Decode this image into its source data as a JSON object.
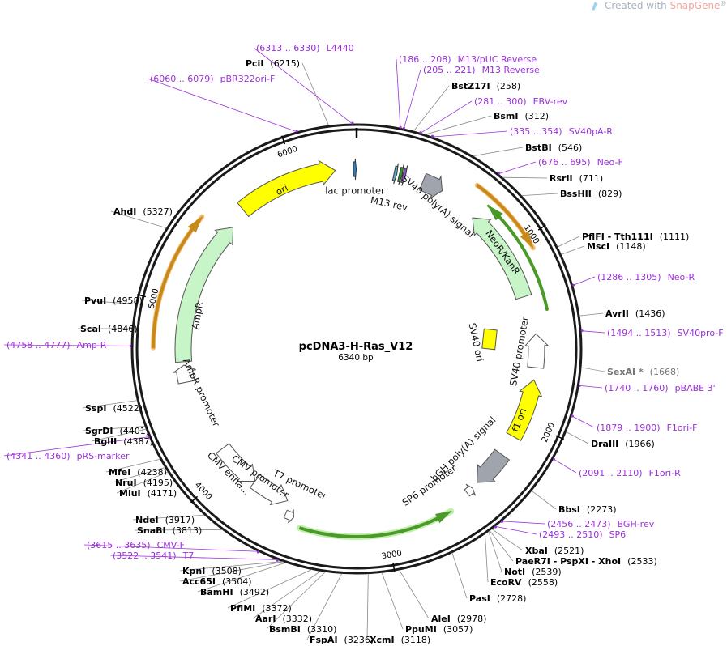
{
  "brand": {
    "text": "Created with ",
    "name": "SnapGene",
    "reg": "®"
  },
  "plasmid": {
    "name": "pcDNA3-H-Ras_V12",
    "size_label": "6340 bp",
    "length": 6340
  },
  "ticks": [
    {
      "pos": 1000,
      "label": "1000"
    },
    {
      "pos": 2000,
      "label": "2000"
    },
    {
      "pos": 3000,
      "label": "3000"
    },
    {
      "pos": 4000,
      "label": "4000"
    },
    {
      "pos": 5000,
      "label": "5000"
    },
    {
      "pos": 6000,
      "label": "6000"
    }
  ],
  "colors": {
    "backbone": "#1a1a1a",
    "primer": "#9b30d9",
    "ori": "#ffff00",
    "ampr": "#c7f5c7",
    "neor": "#c7f5c7",
    "orf": "#b6e3a0",
    "polyA": "#a0a5ad",
    "promoter": "#ffffff",
    "highlight": "#f5c27a",
    "ras": "#4a9a2a"
  },
  "sites": [
    {
      "name": "PciI",
      "pos": "(6215)",
      "type": "enzyme"
    },
    {
      "name": "BstZ17I",
      "pos": "(258)",
      "type": "enzyme"
    },
    {
      "name": "BsmI",
      "pos": "(312)",
      "type": "enzyme"
    },
    {
      "name": "BstBI",
      "pos": "(546)",
      "type": "enzyme"
    },
    {
      "name": "RsrII",
      "pos": "(711)",
      "type": "enzyme"
    },
    {
      "name": "BssHII",
      "pos": "(829)",
      "type": "enzyme"
    },
    {
      "name": "PflFI - Tth111I",
      "pos": "(1111)",
      "type": "enzyme"
    },
    {
      "name": "MscI",
      "pos": "(1148)",
      "type": "enzyme"
    },
    {
      "name": "AvrII",
      "pos": "(1436)",
      "type": "enzyme"
    },
    {
      "name": "SexAI *",
      "pos": "(1668)",
      "type": "gray"
    },
    {
      "name": "DraIII",
      "pos": "(1966)",
      "type": "enzyme"
    },
    {
      "name": "BbsI",
      "pos": "(2273)",
      "type": "enzyme"
    },
    {
      "name": "XbaI",
      "pos": "(2521)",
      "type": "enzyme"
    },
    {
      "name": "PaeR7I - PspXI - XhoI",
      "pos": "(2533)",
      "type": "enzyme"
    },
    {
      "name": "NotI",
      "pos": "(2539)",
      "type": "enzyme"
    },
    {
      "name": "EcoRV",
      "pos": "(2558)",
      "type": "enzyme"
    },
    {
      "name": "PasI",
      "pos": "(2728)",
      "type": "enzyme"
    },
    {
      "name": "AleI",
      "pos": "(2978)",
      "type": "enzyme"
    },
    {
      "name": "PpuMI",
      "pos": "(3057)",
      "type": "enzyme"
    },
    {
      "name": "XcmI",
      "pos": "(3118)",
      "type": "enzyme"
    },
    {
      "name": "FspAI",
      "pos": "(3236)",
      "type": "enzyme"
    },
    {
      "name": "BsmBI",
      "pos": "(3310)",
      "type": "enzyme"
    },
    {
      "name": "AarI",
      "pos": "(3332)",
      "type": "enzyme"
    },
    {
      "name": "PflMI",
      "pos": "(3372)",
      "type": "enzyme"
    },
    {
      "name": "BamHI",
      "pos": "(3492)",
      "type": "enzyme"
    },
    {
      "name": "Acc65I",
      "pos": "(3504)",
      "type": "enzyme"
    },
    {
      "name": "KpnI",
      "pos": "(3508)",
      "type": "enzyme"
    },
    {
      "name": "SnaBI",
      "pos": "(3813)",
      "type": "enzyme"
    },
    {
      "name": "NdeI",
      "pos": "(3917)",
      "type": "enzyme"
    },
    {
      "name": "MluI",
      "pos": "(4171)",
      "type": "enzyme"
    },
    {
      "name": "NruI",
      "pos": "(4195)",
      "type": "enzyme"
    },
    {
      "name": "MfeI",
      "pos": "(4238)",
      "type": "enzyme"
    },
    {
      "name": "BglII",
      "pos": "(4387)",
      "type": "enzyme"
    },
    {
      "name": "SgrDI",
      "pos": "(4401)",
      "type": "enzyme"
    },
    {
      "name": "SspI",
      "pos": "(4522)",
      "type": "enzyme"
    },
    {
      "name": "ScaI",
      "pos": "(4846)",
      "type": "enzyme"
    },
    {
      "name": "PvuI",
      "pos": "(4958)",
      "type": "enzyme"
    },
    {
      "name": "AhdI",
      "pos": "(5327)",
      "type": "enzyme"
    }
  ],
  "primers": [
    {
      "range": "(6313 .. 6330)",
      "name": "L4440"
    },
    {
      "range": "(186 .. 208)",
      "name": "M13/pUC Reverse"
    },
    {
      "range": "(205 .. 221)",
      "name": "M13 Reverse"
    },
    {
      "range": "(6060 .. 6079)",
      "name": "pBR322ori-F"
    },
    {
      "range": "(281 .. 300)",
      "name": "EBV-rev"
    },
    {
      "range": "(335 .. 354)",
      "name": "SV40pA-R"
    },
    {
      "range": "(676 .. 695)",
      "name": "Neo-F"
    },
    {
      "range": "(1286 .. 1305)",
      "name": "Neo-R"
    },
    {
      "range": "(1494 .. 1513)",
      "name": "SV40pro-F"
    },
    {
      "range": "(1740 .. 1760)",
      "name": "pBABE 3'"
    },
    {
      "range": "(1879 .. 1900)",
      "name": "F1ori-F"
    },
    {
      "range": "(2091 .. 2110)",
      "name": "F1ori-R"
    },
    {
      "range": "(2456 .. 2473)",
      "name": "BGH-rev"
    },
    {
      "range": "(2493 .. 2510)",
      "name": "SP6"
    },
    {
      "range": "(3615 .. 3635)",
      "name": "CMV-F"
    },
    {
      "range": "(3522 .. 3541)",
      "name": "T7"
    },
    {
      "range": "(4758 .. 4777)",
      "name": "Amp-R"
    },
    {
      "range": "(4341 .. 4360)",
      "name": "pRS-marker"
    }
  ],
  "features": [
    {
      "name": "ori"
    },
    {
      "name": "AmpR"
    },
    {
      "name": "AmpR promoter"
    },
    {
      "name": "lac promoter"
    },
    {
      "name": "M13 rev"
    },
    {
      "name": "SV40 poly(A) signal"
    },
    {
      "name": "NeoR/KanR"
    },
    {
      "name": "SV40 ori"
    },
    {
      "name": "SV40 promoter"
    },
    {
      "name": "f1 ori"
    },
    {
      "name": "bGH poly(A) signal"
    },
    {
      "name": "SP6 promoter"
    },
    {
      "name": "T7 promoter"
    },
    {
      "name": "CMV promoter"
    },
    {
      "name": "CMV enha..."
    }
  ]
}
